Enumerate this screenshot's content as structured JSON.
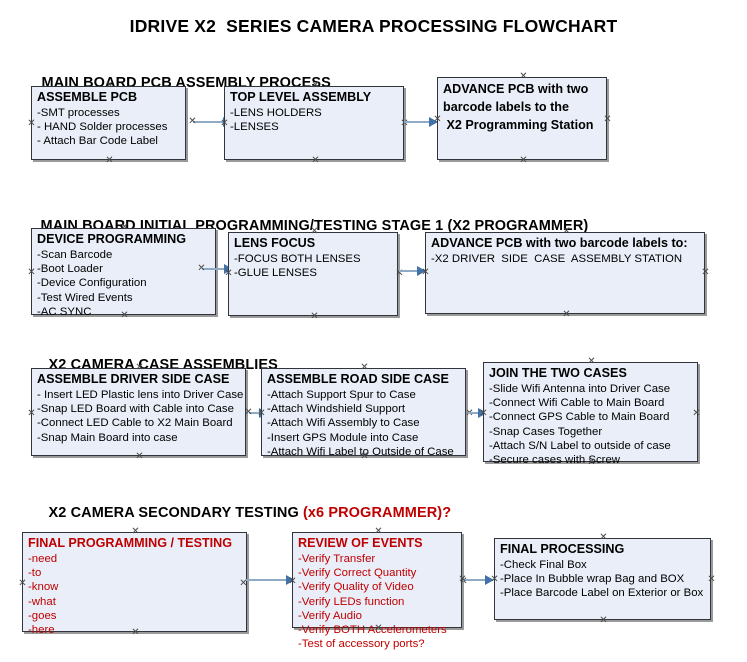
{
  "document": {
    "title": "IDRIVE X2  SERIES CAMERA PROCESSING FLOWCHART"
  },
  "sections": [
    {
      "id": "main-board-pcb-assembly",
      "heading": "MAIN BOARD PCB ASSEMBLY PROCESS",
      "heading_accent": "",
      "boxes": [
        {
          "id": "assemble-pcb",
          "title": "ASSEMBLE PCB",
          "items": [
            "-SMT processes",
            "- HAND Solder processes",
            "- Attach Bar Code Label"
          ]
        },
        {
          "id": "top-level-assembly",
          "title": "TOP LEVEL ASSEMBLY",
          "items": [
            "-LENS HOLDERS",
            "-LENSES"
          ]
        },
        {
          "id": "advance-pcb-x2-programming-station",
          "title": "ADVANCE PCB with two",
          "title_lines": [
            "ADVANCE PCB with two",
            "barcode labels to the",
            " X2 Programming Station"
          ],
          "items": []
        }
      ]
    },
    {
      "id": "main-board-initial-programming",
      "heading": "MAIN BOARD INITIAL PROGRAMMING/TESTING STAGE 1 (X2 PROGRAMMER)",
      "boxes": [
        {
          "id": "device-programming",
          "title": "DEVICE PROGRAMMING",
          "items": [
            "-Scan Barcode",
            "-Boot Loader",
            "-Device Configuration",
            "-Test Wired Events",
            "-AC SYNC"
          ]
        },
        {
          "id": "lens-focus",
          "title": "LENS FOCUS",
          "items": [
            "-FOCUS BOTH LENSES",
            "-GLUE LENSES"
          ]
        },
        {
          "id": "advance-pcb-driver-side-case",
          "title": "ADVANCE PCB with two barcode labels to:",
          "items": [
            "-X2 DRIVER  SIDE  CASE  ASSEMBLY STATION"
          ]
        }
      ]
    },
    {
      "id": "x2-camera-case-assemblies",
      "heading": "X2 CAMERA CASE ASSEMBLIES",
      "boxes": [
        {
          "id": "assemble-driver-side-case",
          "title": "ASSEMBLE DRIVER SIDE CASE",
          "items": [
            "- Insert LED Plastic lens into Driver Case",
            "-Snap LED Board with Cable into Case",
            "-Connect LED Cable to X2 Main Board",
            "-Snap Main Board into case"
          ]
        },
        {
          "id": "assemble-road-side-case",
          "title": "ASSEMBLE ROAD SIDE CASE",
          "items": [
            "-Attach Support Spur to Case",
            "-Attach Windshield Support",
            "-Attach Wifi Assembly to Case",
            "-Insert GPS Module into Case",
            "-Attach Wifi Label to Outside of Case"
          ]
        },
        {
          "id": "join-the-two-cases",
          "title": "JOIN THE TWO CASES",
          "items": [
            "-Slide Wifi Antenna into Driver Case",
            "-Connect Wifi Cable to Main Board",
            "-Connect GPS Cable to Main Board",
            "-Snap Cases Together",
            "-Attach S/N Label to outside of case",
            "-Secure cases with Screw"
          ]
        }
      ]
    },
    {
      "id": "x2-camera-secondary-testing",
      "heading": "X2 CAMERA SECONDARY TESTING ",
      "heading_accent": "(x6 PROGRAMMER)?",
      "boxes": [
        {
          "id": "final-programming-testing",
          "title": "FINAL PROGRAMMING / TESTING",
          "items": [
            "-need",
            "-to",
            "-know",
            "-what",
            "-goes",
            "-here"
          ]
        },
        {
          "id": "review-of-events",
          "title": "REVIEW OF EVENTS",
          "items": [
            "-Verify Transfer",
            "-Verify Correct Quantity",
            "-Verify Quality of Video",
            "-Verify LEDs function",
            "-Verify Audio",
            "-Verify BOTH Accelerometers",
            "-Test of accessory ports?"
          ]
        },
        {
          "id": "final-processing",
          "title": "FINAL PROCESSING",
          "items": [
            "-Check Final Box",
            "-Place In Bubble wrap Bag and BOX",
            "-Place Barcode Label on Exterior or Box"
          ]
        }
      ]
    }
  ],
  "colors": {
    "box_fill": "#e9eef8",
    "box_border": "#31343a",
    "connector": "#8faac4",
    "accent_red": "#c00000",
    "text": "#000000"
  }
}
